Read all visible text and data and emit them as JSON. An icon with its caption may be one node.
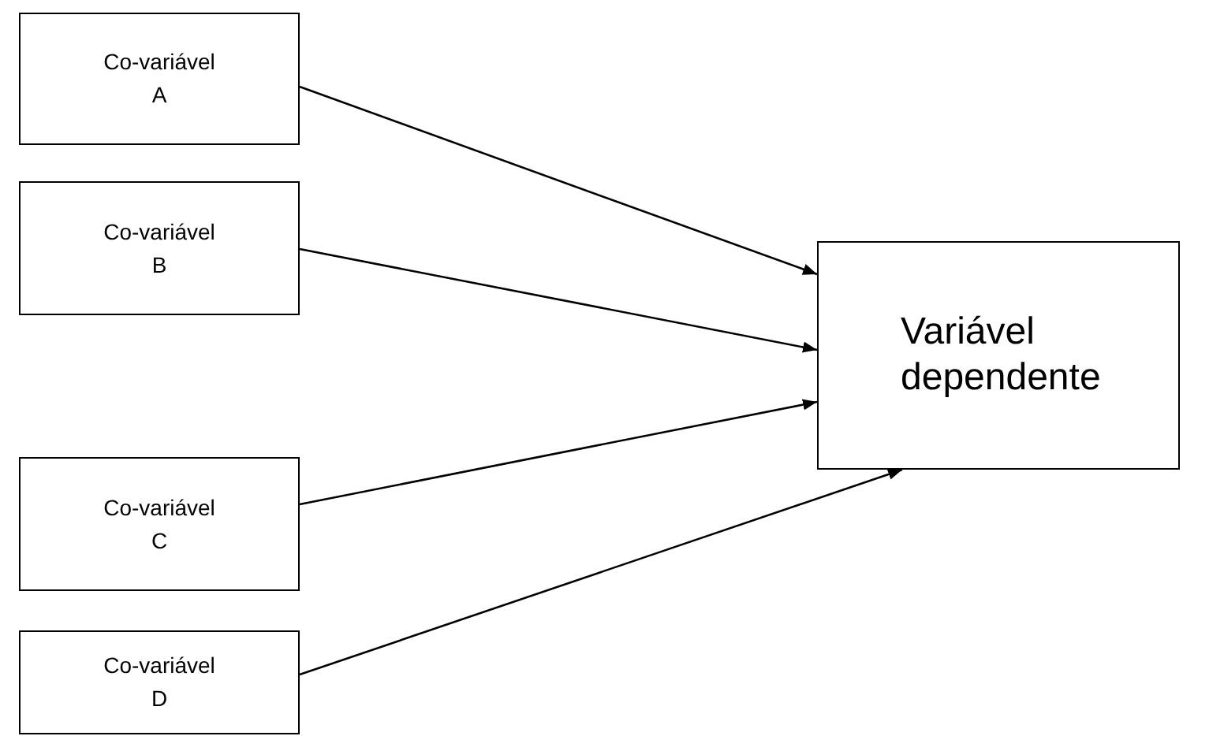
{
  "diagram": {
    "nodes": [
      {
        "text": [
          "Co-variável A"
        ]
      },
      {
        "text": [
          "Co-variável B"
        ]
      },
      {
        "text": [
          "Co-variável C"
        ]
      },
      {
        "text": [
          "Co-variável D"
        ]
      },
      {
        "text": [
          "Variável dependente"
        ]
      }
    ],
    "edges": [
      {
        "from": 0,
        "to": 4,
        "arrow": "to"
      },
      {
        "from": 1,
        "to": 4,
        "arrow": "to"
      },
      {
        "from": 2,
        "to": 4,
        "arrow": "to"
      },
      {
        "from": 3,
        "to": 4,
        "arrow": "to"
      }
    ]
  }
}
